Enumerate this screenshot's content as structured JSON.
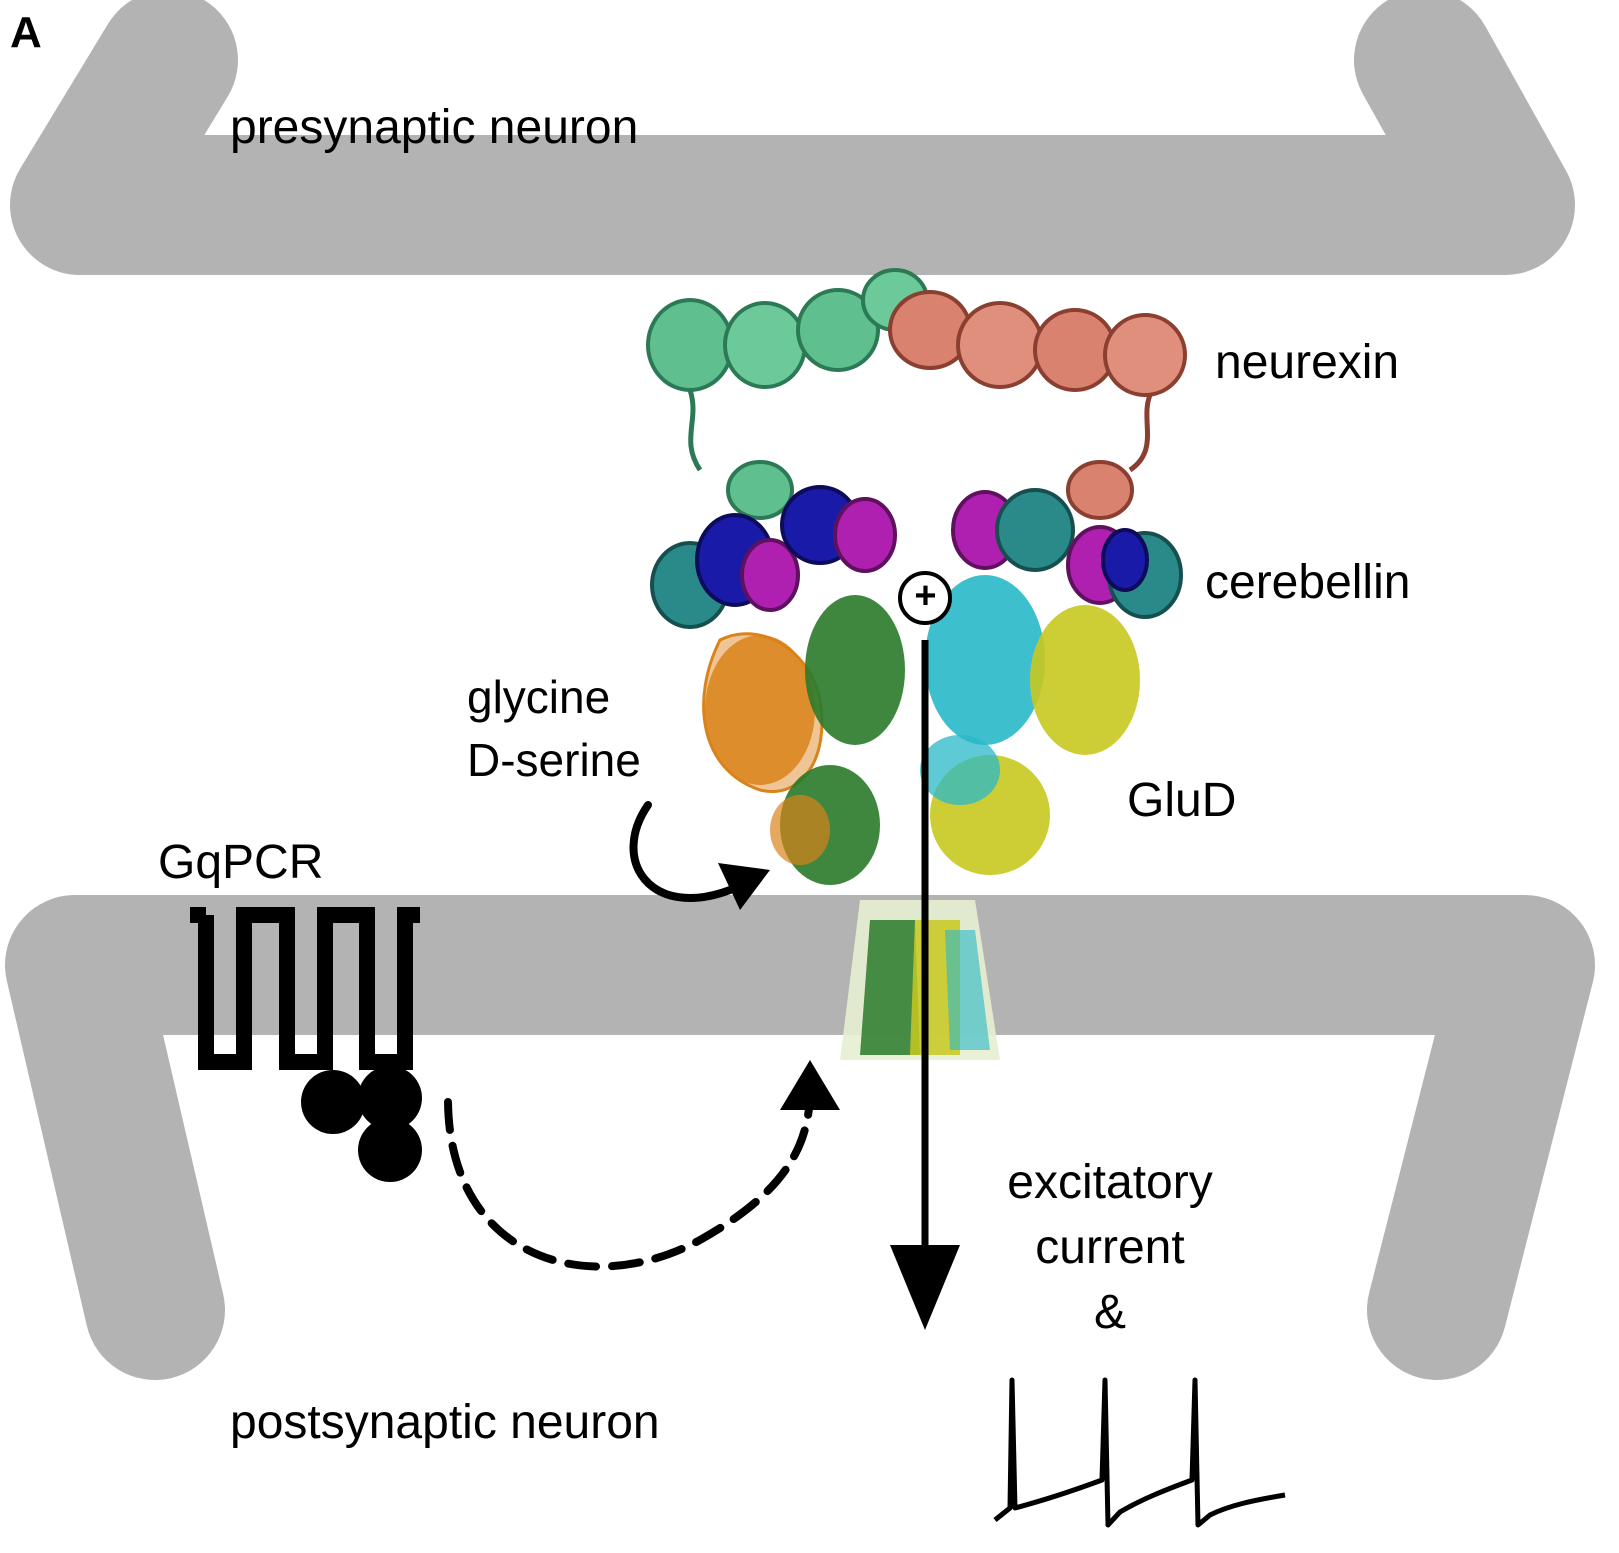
{
  "panel_letter": "A",
  "labels": {
    "presynaptic": "presynaptic neuron",
    "postsynaptic": "postsynaptic neuron",
    "neurexin": "neurexin",
    "cerebellin": "cerebellin",
    "glycine": "glycine",
    "dserine": "D-serine",
    "gluD": "GluD",
    "gqpcr": "GqPCR",
    "excitatory": "excitatory",
    "current": "current",
    "ampersand": "&",
    "plus": "+"
  },
  "colors": {
    "membrane": "#b3b3b3",
    "neurexin_left": "#5fbf8f",
    "neurexin_right": "#d9826f",
    "cerebellin_blue": "#1a1aa8",
    "cerebellin_magenta": "#b020b0",
    "cerebellin_teal": "#2a8a8a",
    "gluD_orange": "#d9831a",
    "gluD_green": "#2a7a2a",
    "gluD_cyan": "#28b8c8",
    "gluD_yellow": "#c8c820"
  }
}
